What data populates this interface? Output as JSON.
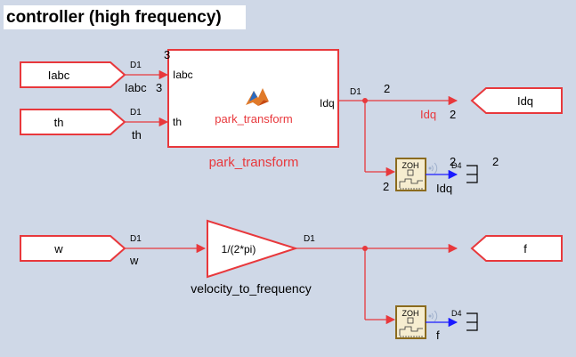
{
  "title": "controller (high frequency)",
  "colors": {
    "background": "#cfd8e7",
    "signal": "#e8383c",
    "block_border": "#e8383c",
    "zoh_border": "#8b6b1e",
    "zoh_fill": "#f6edd0",
    "scope_arrow": "#1a1aff",
    "black": "#000000"
  },
  "inports": [
    {
      "label": "Iabc",
      "signal_name": "Iabc",
      "dim": "3",
      "sample_time": "D1"
    },
    {
      "label": "th",
      "signal_name": "th",
      "sample_time": "D1"
    },
    {
      "label": "w",
      "signal_name": "w",
      "sample_time": "D1"
    }
  ],
  "outports": [
    {
      "label": "Idq",
      "dim": "2"
    },
    {
      "label": "f"
    }
  ],
  "park_block": {
    "name": "park_transform",
    "content_label": "park_transform",
    "icon": "matlab-function-icon",
    "input_ports": [
      "Iabc",
      "th"
    ],
    "input_dim": "3",
    "output_port": "Idq",
    "output_dim": "2",
    "output_sample_time": "D1"
  },
  "gain_block": {
    "name": "velocity_to_frequency",
    "expression": "1/(2*pi)",
    "output_sample_time": "D1"
  },
  "signals": {
    "idq_label": "Idq",
    "idq_dim_branch_top": "2",
    "idq_dim_branch_bottom": "2"
  },
  "zoh_blocks": [
    {
      "label": "ZOH",
      "signal_label": "Idq",
      "dim_in": "2",
      "dim_out": "2",
      "dim_out_far": "2",
      "sample_time_out": "D4"
    },
    {
      "label": "ZOH",
      "signal_label": "f",
      "sample_time_out": "D4"
    }
  ]
}
